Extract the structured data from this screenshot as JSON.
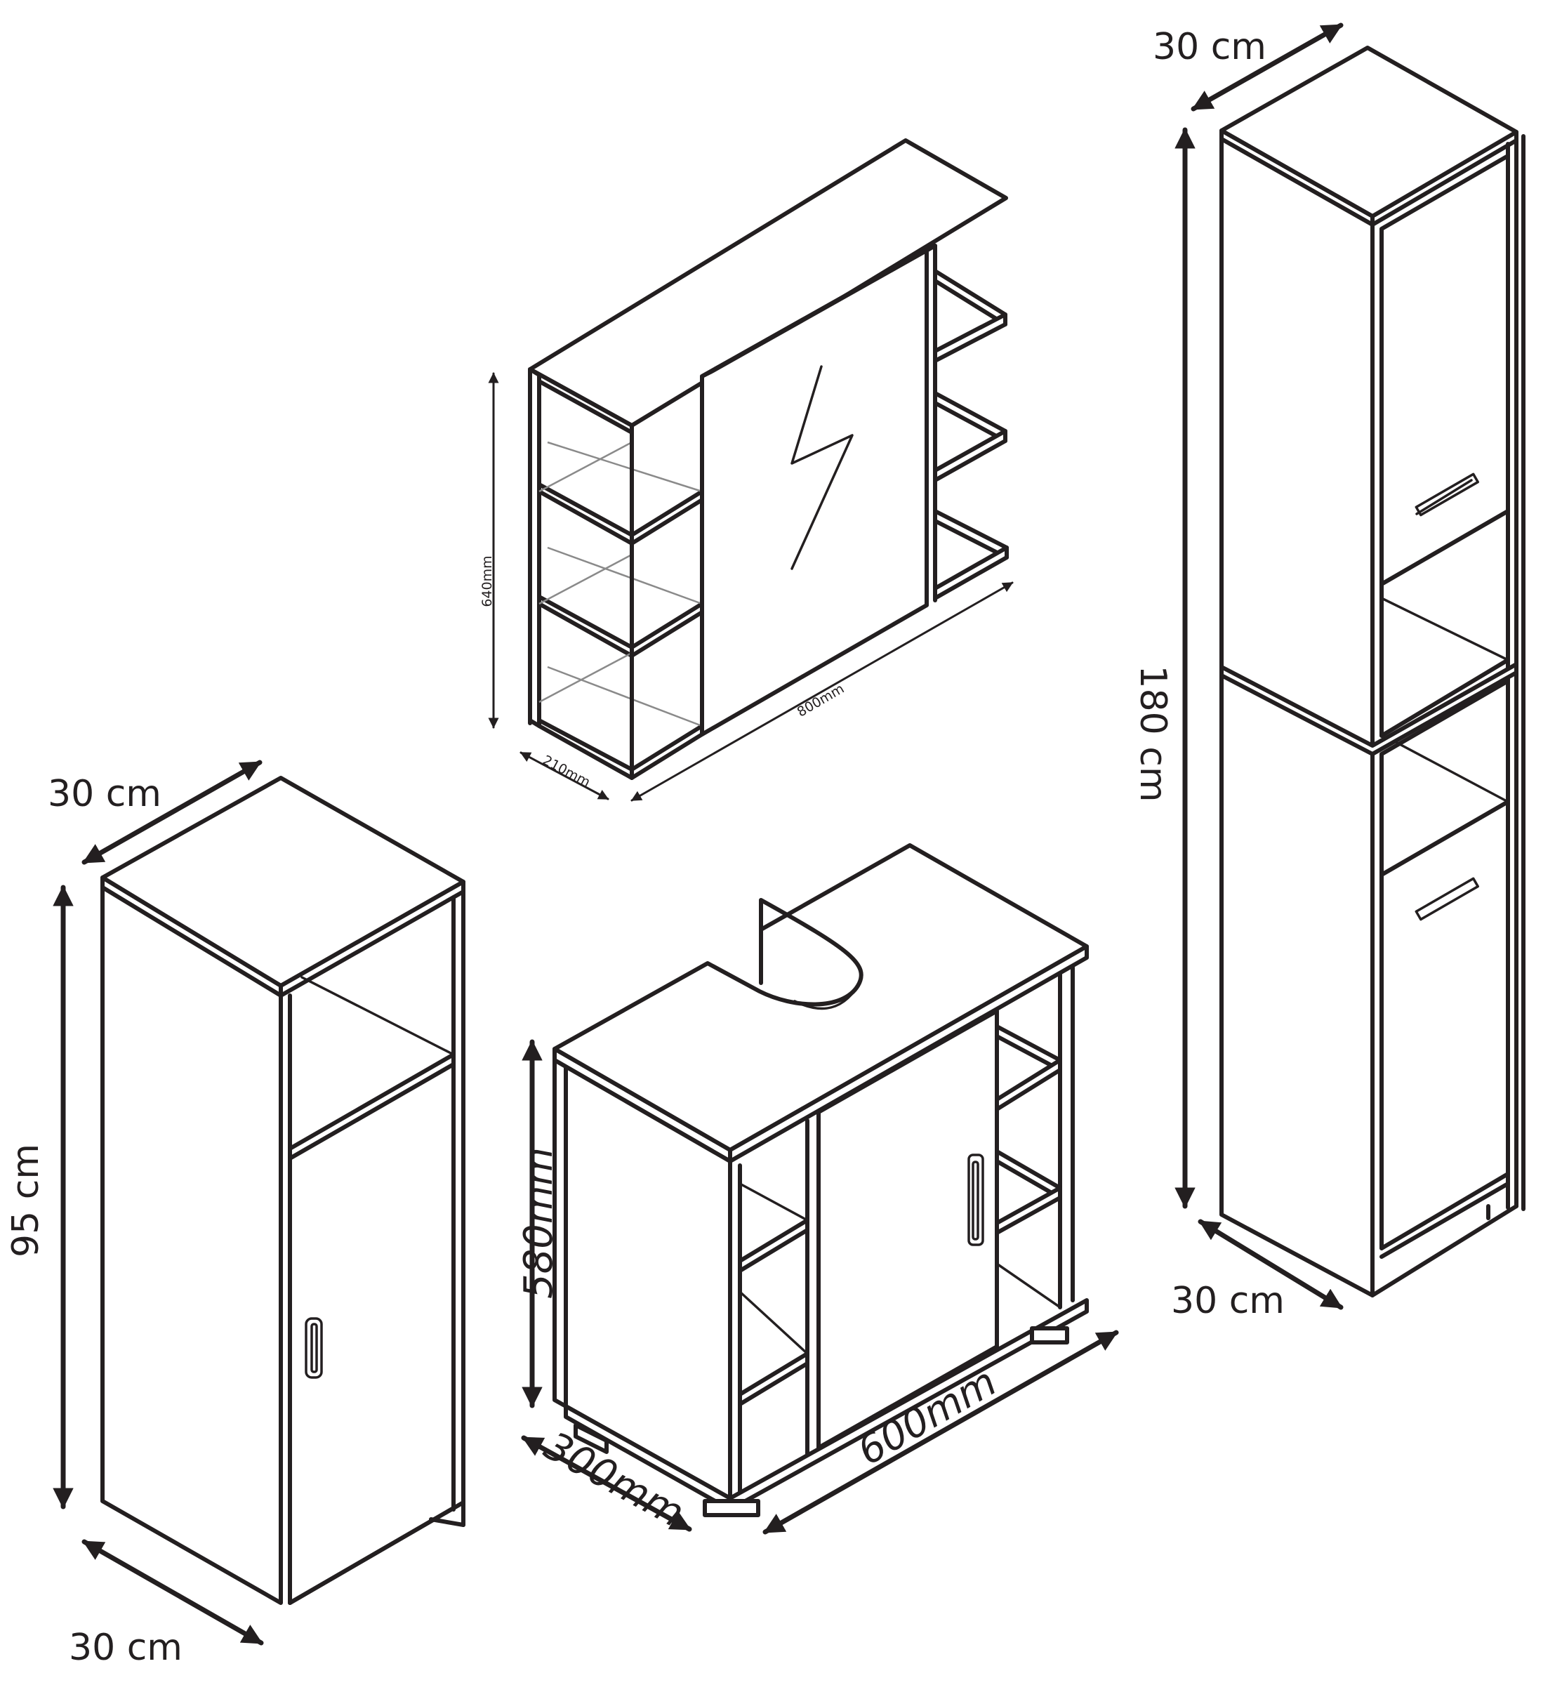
{
  "mirror_cabinet": {
    "height_label": "640mm",
    "width_label": "800mm",
    "depth_label": "210mm"
  },
  "tall_cabinet": {
    "width_label": "30 cm",
    "height_label": "180 cm",
    "depth_label": "30 cm"
  },
  "mid_cabinet": {
    "width_label": "30 cm",
    "height_label": "95 cm",
    "depth_label": "30 cm"
  },
  "sink_cabinet": {
    "height_label": "580mm",
    "depth_label": "300mm",
    "width_label": "600mm"
  }
}
